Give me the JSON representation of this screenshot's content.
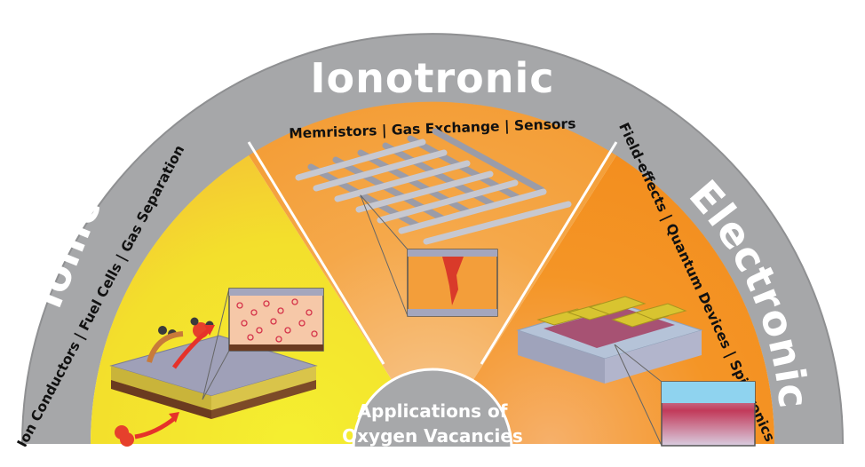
{
  "diagram": {
    "center_label_line1": "Applications of",
    "center_label_line2": "Oxygen Vacancies",
    "ring_labels": {
      "ionic": "Ionic",
      "ionotronic": "Ionotronic",
      "electronic": "Electronic"
    },
    "sector_captions": {
      "ionic": "Ion Conductors | Fuel Cells | Gas Separation",
      "ionotronic": "Memristors | Gas Exchange | Sensors",
      "electronic": "Field-effects | Quantum Devices | Spintronics"
    }
  },
  "colors": {
    "ring": "#a7a8aa",
    "ionic_fill_center": "#f2e72a",
    "ionic_fill_edge": "#f6b23a",
    "ionotronic_fill": "#f4a63d",
    "electronic_fill": "#f4921f",
    "accent_red": "#e6322a",
    "slab_top": "#9e9eb6",
    "slab_film": "#c6b23a",
    "substrate": "#6a3b1f"
  }
}
